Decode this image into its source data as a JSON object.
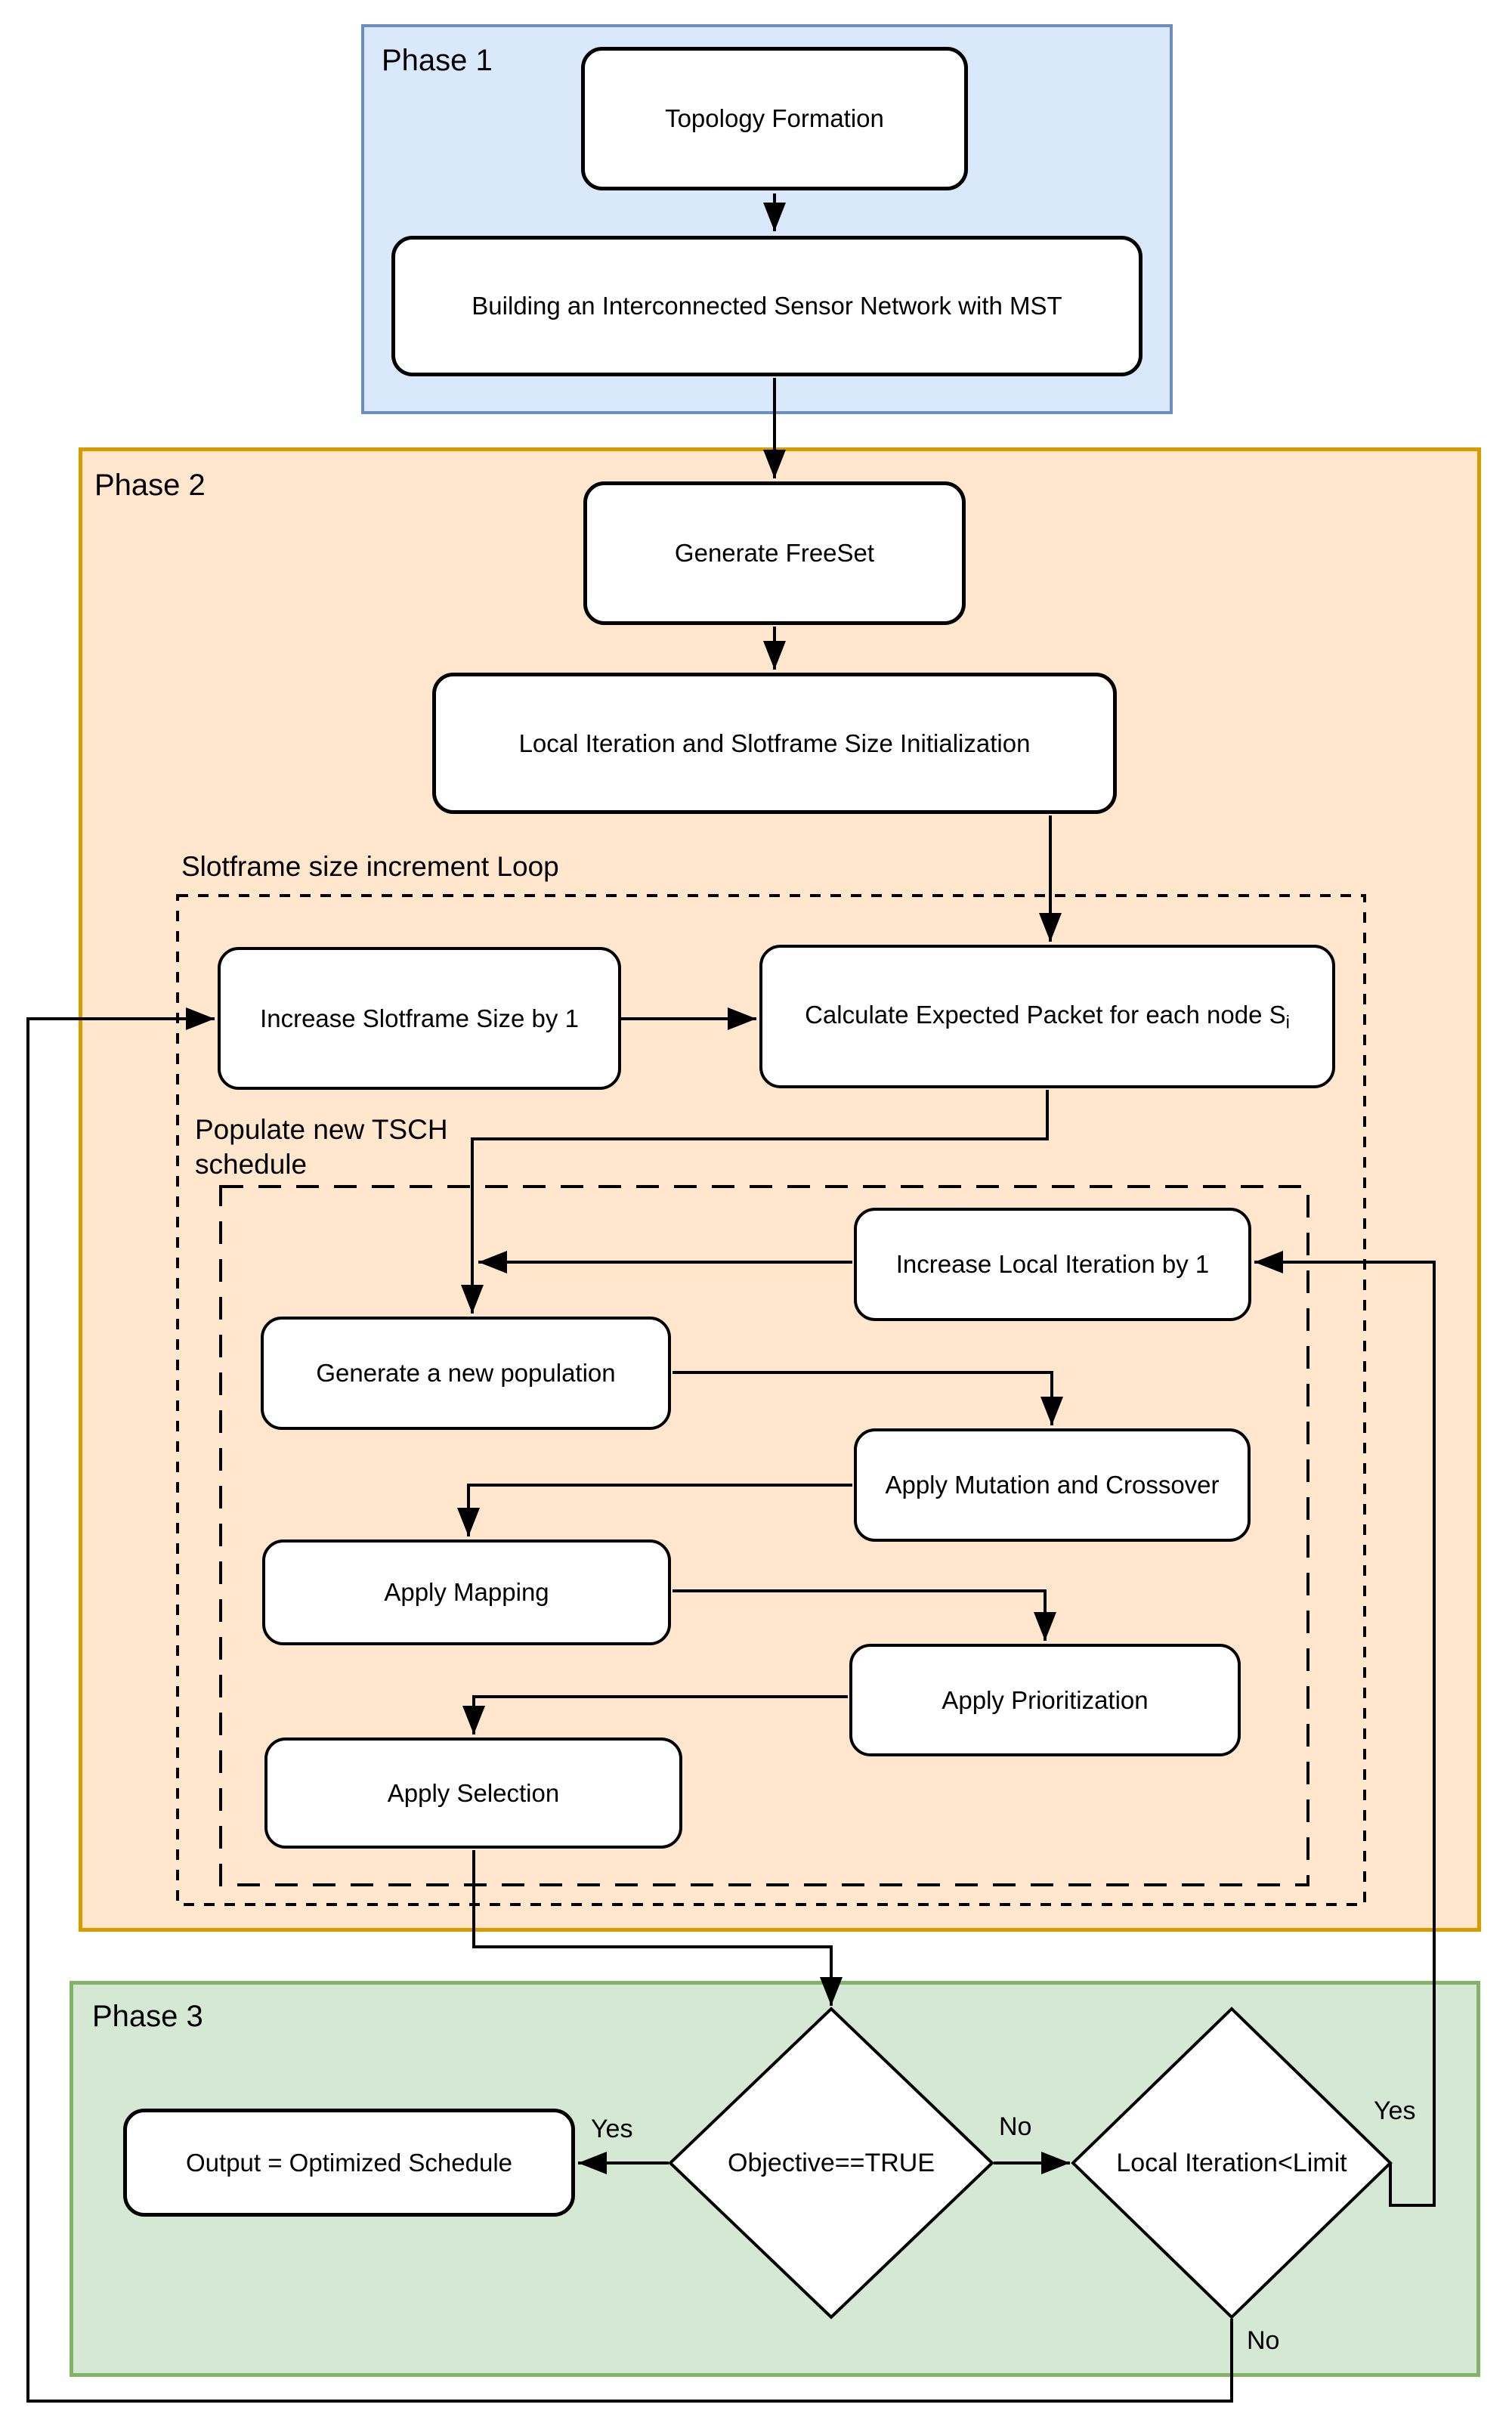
{
  "phases": {
    "phase1": {
      "label": "Phase 1"
    },
    "phase2": {
      "label": "Phase 2"
    },
    "phase3": {
      "label": "Phase 3"
    }
  },
  "nodes": {
    "topology": {
      "label": "Topology Formation"
    },
    "mst": {
      "label": "Building an Interconnected Sensor Network with MST"
    },
    "freeset": {
      "label": "Generate FreeSet"
    },
    "init": {
      "label": "Local Iteration and Slotframe Size Initialization"
    },
    "inc_slotframe": {
      "label": "Increase Slotframe Size by 1"
    },
    "calc_packet": {
      "label": "Calculate Expected Packet for each node S",
      "subscript": "i"
    },
    "inc_iter": {
      "label": "Increase Local Iteration by 1"
    },
    "population": {
      "label": "Generate a new population"
    },
    "mutation": {
      "label": "Apply Mutation and Crossover"
    },
    "mapping": {
      "label": "Apply Mapping"
    },
    "prioritization": {
      "label": "Apply Prioritization"
    },
    "selection": {
      "label": "Apply Selection"
    },
    "output": {
      "label": "Output = Optimized Schedule"
    }
  },
  "decisions": {
    "objective": {
      "label": "Objective==TRUE"
    },
    "limit": {
      "label": "Local Iteration<Limit"
    }
  },
  "loop_labels": {
    "outer": "Slotframe size increment Loop",
    "inner": "Populate new TSCH schedule"
  },
  "edge_labels": {
    "objective_yes": "Yes",
    "objective_no": "No",
    "limit_yes": "Yes",
    "limit_no": "No"
  },
  "colors": {
    "phase1_fill": "#dae8fc",
    "phase1_border": "#6c8ebf",
    "phase2_fill": "#ffe6cc",
    "phase2_border": "#d79b00",
    "phase3_fill": "#d5e8d4",
    "phase3_border": "#82b366",
    "node_fill": "#ffffff",
    "line": "#000000"
  }
}
